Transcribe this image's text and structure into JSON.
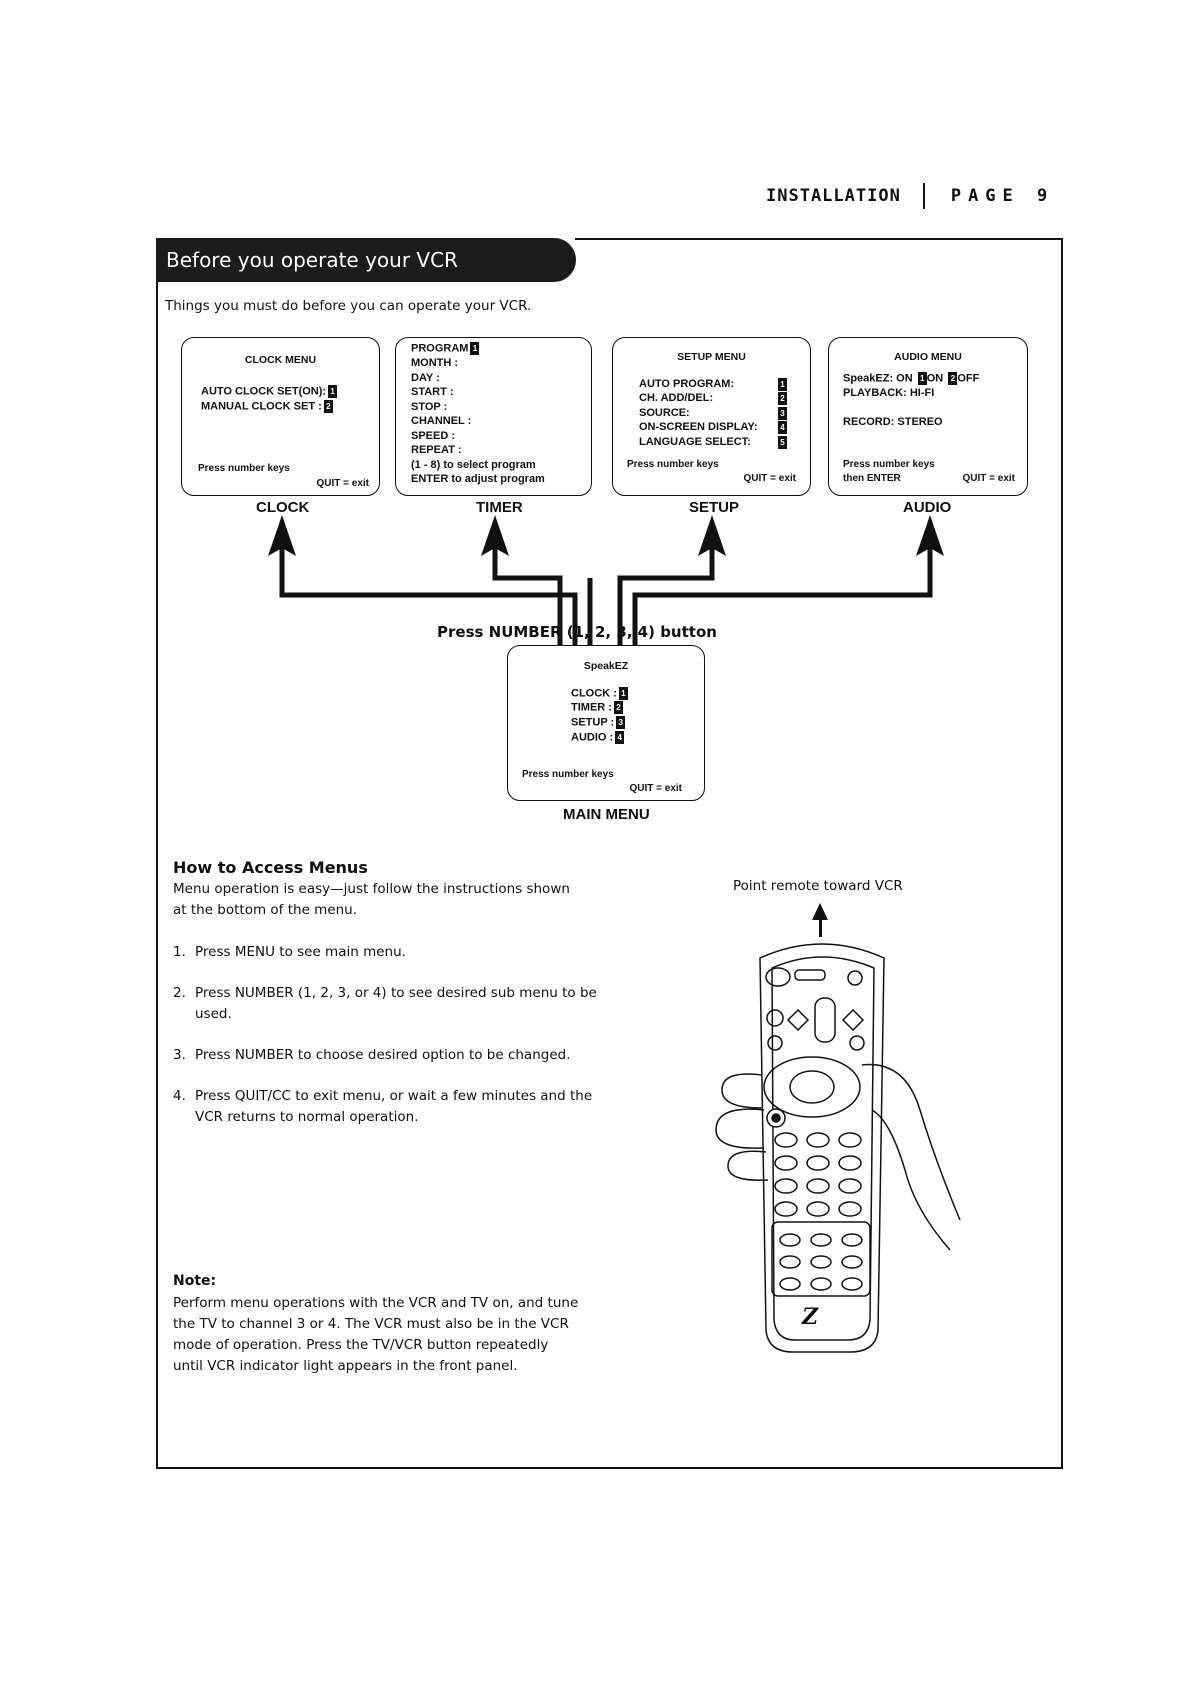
{
  "header": {
    "section": "INSTALLATION",
    "page": "PAGE 9"
  },
  "banner": {
    "title": "Before you operate your VCR"
  },
  "intro": "Things you must do before you can operate your VCR.",
  "clock_menu": {
    "title": "CLOCK MENU",
    "rows": [
      {
        "label": "AUTO CLOCK SET(ON):",
        "num": "1"
      },
      {
        "label": "MANUAL CLOCK SET  :",
        "num": "2"
      }
    ],
    "foot_left": "Press number keys",
    "foot_right": "QUIT = exit",
    "caption": "CLOCK"
  },
  "timer_menu": {
    "rows": [
      {
        "label": "PROGRAM",
        "num": "1"
      },
      {
        "label": "MONTH  :"
      },
      {
        "label": "DAY    :"
      },
      {
        "label": "START  :"
      },
      {
        "label": "STOP   :"
      },
      {
        "label": "CHANNEL :"
      },
      {
        "label": "SPEED    :"
      },
      {
        "label": "REPEAT   :"
      },
      {
        "label": "(1 - 8) to select program"
      },
      {
        "label": "ENTER to adjust program"
      }
    ],
    "caption": "TIMER"
  },
  "setup_menu": {
    "title": "SETUP MENU",
    "rows": [
      {
        "label": "AUTO PROGRAM:",
        "num": "1"
      },
      {
        "label": "CH. ADD/DEL:",
        "num": "2"
      },
      {
        "label": "SOURCE:",
        "num": "3"
      },
      {
        "label": "ON-SCREEN DISPLAY:",
        "num": "4"
      },
      {
        "label": "LANGUAGE SELECT:",
        "num": "5"
      }
    ],
    "foot_left": "Press number keys",
    "foot_right": "QUIT = exit",
    "caption": "SETUP"
  },
  "audio_menu": {
    "title": "AUDIO MENU",
    "speakez_label": "SpeakEZ: ON",
    "on_num": "1",
    "on_label": "ON",
    "off_num": "2",
    "off_label": "OFF",
    "playback": "PLAYBACK: HI-FI",
    "record": "RECORD: STEREO",
    "foot_line1": "Press number keys",
    "foot_line2": "then ENTER",
    "foot_right": "QUIT = exit",
    "caption": "AUDIO"
  },
  "press_line": "Press NUMBER (1,  2,  3,  4) button",
  "main_menu": {
    "title": "SpeakEZ",
    "rows": [
      {
        "label": "CLOCK  :",
        "num": "1"
      },
      {
        "label": "TIMER  :",
        "num": "2"
      },
      {
        "label": "SETUP  :",
        "num": "3"
      },
      {
        "label": "AUDIO  :",
        "num": "4"
      }
    ],
    "foot_left": "Press number keys",
    "foot_right": "QUIT = exit",
    "caption": "MAIN MENU"
  },
  "howto": {
    "title": "How to Access Menus",
    "intro_line1": "Menu operation is easy—just follow the instructions shown",
    "intro_line2": "at the bottom of the menu.",
    "steps": [
      {
        "num": "1.",
        "text": "Press MENU to see main menu."
      },
      {
        "num": "2.",
        "text": "Press NUMBER (1, 2, 3, or 4) to see desired sub menu to be used."
      },
      {
        "num": "3.",
        "text": "Press NUMBER to choose desired option to be changed."
      },
      {
        "num": "4.",
        "text": "Press QUIT/CC to exit menu, or wait a few minutes and the VCR returns to normal operation."
      }
    ]
  },
  "note": {
    "title": "Note:",
    "lines": [
      "Perform menu operations with the VCR and TV on, and tune",
      "the TV to channel 3 or 4. The VCR must also be in the VCR",
      "mode of operation. Press the TV/VCR button repeatedly",
      "until VCR indicator light appears in the front panel."
    ]
  },
  "remote": {
    "caption": "Point remote toward VCR",
    "logo": "Z"
  }
}
